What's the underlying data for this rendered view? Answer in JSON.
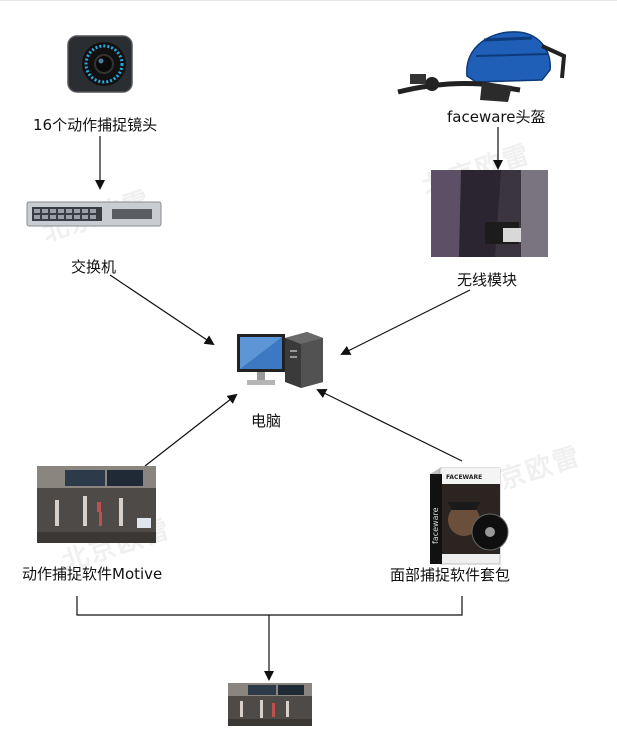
{
  "nodes": {
    "camera": "16个动作捕捉镜头",
    "switch": "交换机",
    "helmet": "faceware头盔",
    "wireless": "无线模块",
    "computer": "电脑",
    "motive": "动作捕捉软件Motive",
    "face_suite": "面部捕捉软件套包"
  },
  "watermark": "北京欧雷",
  "box_brand": "FACEWARE",
  "box_side": "faceware",
  "colors": {
    "line": "#111111",
    "helmet_blue": "#1f5fb8"
  }
}
